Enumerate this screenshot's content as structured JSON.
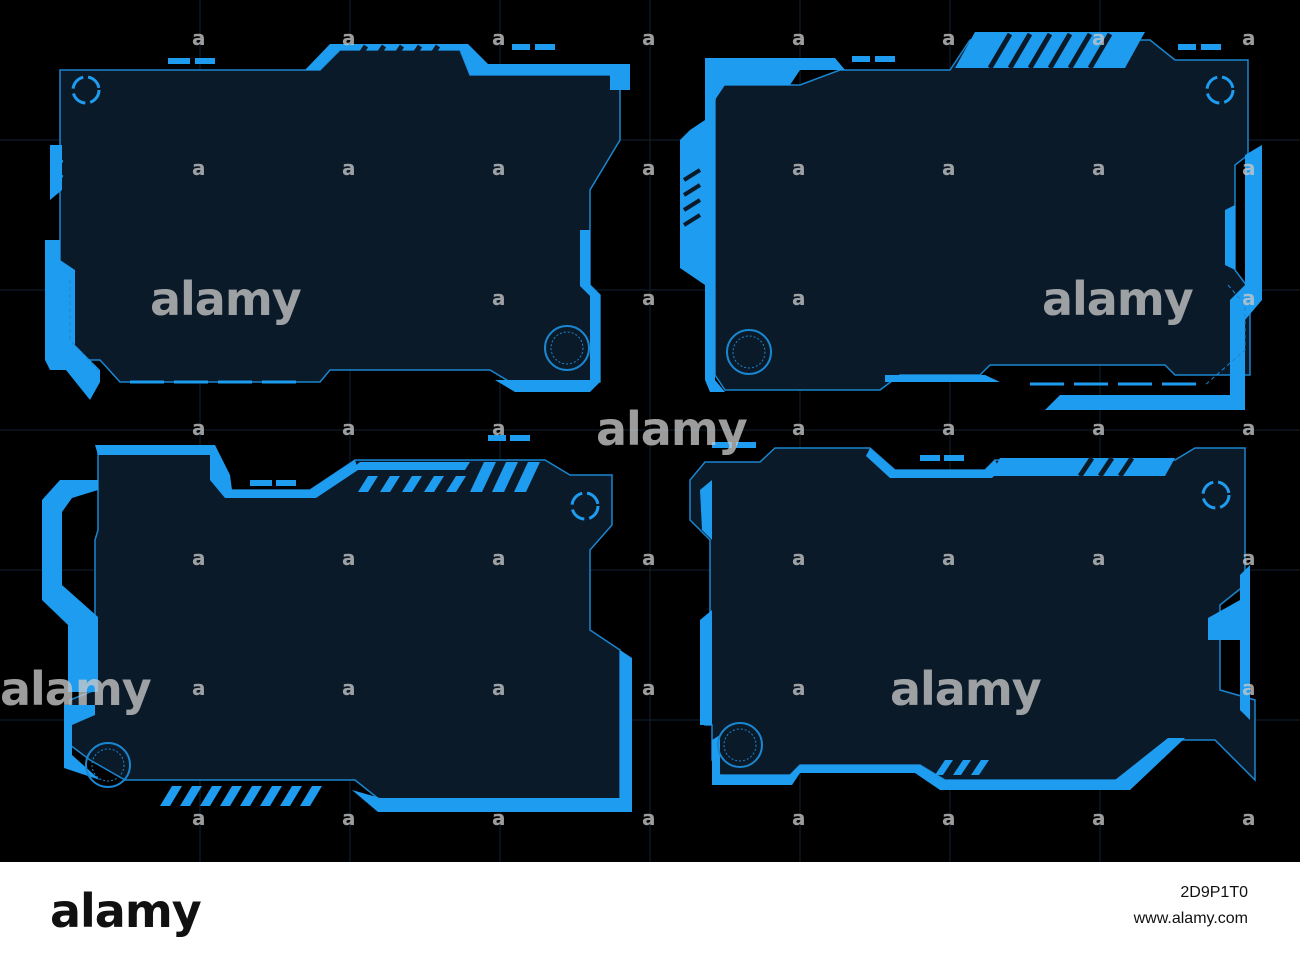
{
  "colors": {
    "accent": "#1e9cf0",
    "panel_fill": "#0b1a28",
    "panel_line": "#1a86d0",
    "grid": "#0f2132",
    "background": "#000000"
  },
  "frames": [
    {
      "name": "frame-top-left"
    },
    {
      "name": "frame-top-right"
    },
    {
      "name": "frame-bottom-left"
    },
    {
      "name": "frame-bottom-right"
    }
  ],
  "watermarks": {
    "text": "alamy"
  },
  "footer": {
    "logo": "alamy",
    "image_id": "2D9P1T0",
    "site": "www.alamy.com"
  }
}
